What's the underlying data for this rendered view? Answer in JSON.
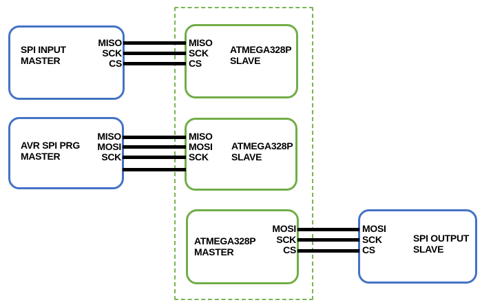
{
  "colors": {
    "background": "#ffffff",
    "master_border": "#4472c4",
    "slave_border": "#70ad47",
    "boundary_border": "#77b553",
    "wire": "#000000",
    "text": "#000000"
  },
  "nodes": [
    {
      "title1": "SPI INPUT",
      "title2": "MASTER",
      "pins": [
        "MISO",
        "SCK",
        "CS"
      ]
    },
    {
      "title1": "ATMEGA328P",
      "title2": "SLAVE",
      "pins": [
        "MISO",
        "SCK",
        "CS"
      ]
    },
    {
      "title1": "AVR SPI PRG",
      "title2": "MASTER",
      "pins": [
        "MISO",
        "MOSI",
        "SCK"
      ]
    },
    {
      "title1": "ATMEGA328P",
      "title2": "SLAVE",
      "pins": [
        "MISO",
        "MOSI",
        "SCK"
      ]
    },
    {
      "title1": "ATMEGA328P",
      "title2": "MASTER",
      "pins": [
        "MOSI",
        "SCK",
        "CS"
      ]
    },
    {
      "title1": "SPI OUTPUT",
      "title2": "SLAVE",
      "pins": [
        "MOSI",
        "SCK",
        "CS"
      ]
    }
  ]
}
